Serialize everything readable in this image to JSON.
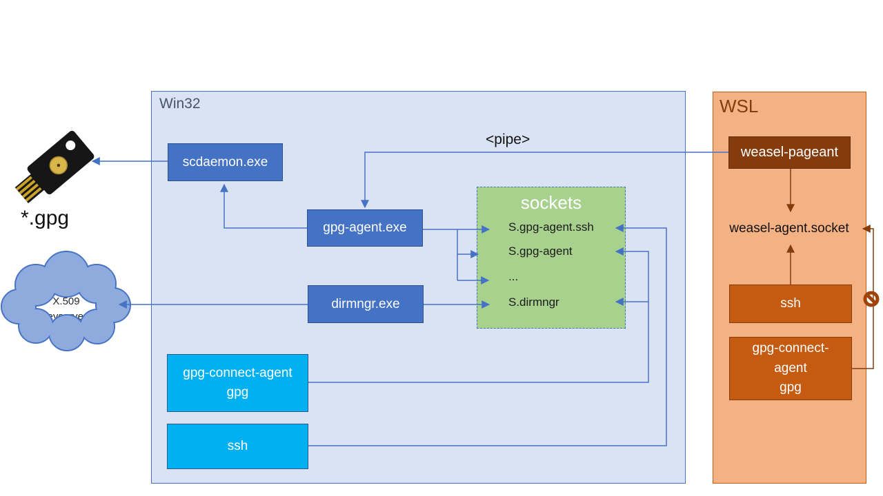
{
  "diagram": {
    "win32": {
      "label": "Win32",
      "scdaemon": "scdaemon.exe",
      "gpg_agent": "gpg-agent.exe",
      "dirmngr": "dirmngr.exe",
      "gpg_connect": "gpg-connect-agent\ngpg",
      "ssh": "ssh",
      "sockets": {
        "title": "sockets",
        "items": [
          "S.gpg-agent.ssh",
          "S.gpg-agent",
          "...",
          "S.dirmngr"
        ]
      }
    },
    "wsl": {
      "label": "WSL",
      "weasel_pageant": "weasel-pageant",
      "weasel_socket": "weasel-agent.socket",
      "ssh": "ssh",
      "gpg_connect": "gpg-connect-\nagent\ngpg"
    },
    "annotations": {
      "pipe": "<pipe>",
      "gpg_files": "*.gpg",
      "keyservers": "OCSP\nX.509\nKeyservers"
    },
    "icons": {
      "security_key": "security-key-icon",
      "keyservers_cloud": "cloud-icon",
      "blocked": "no-entry-icon"
    },
    "colors": {
      "win32_fill": "#DAE3F3",
      "win32_border": "#4472C4",
      "process_blue": "#4472C4",
      "client_cyan": "#00B0F0",
      "sockets_green": "#A9D18E",
      "wsl_fill": "#F4B183",
      "wsl_orange": "#C55A11",
      "weasel_brown": "#843C0C",
      "arrow_blue": "#4472C4",
      "arrow_brown": "#843C0C",
      "cloud_fill": "#8FAADC"
    }
  }
}
